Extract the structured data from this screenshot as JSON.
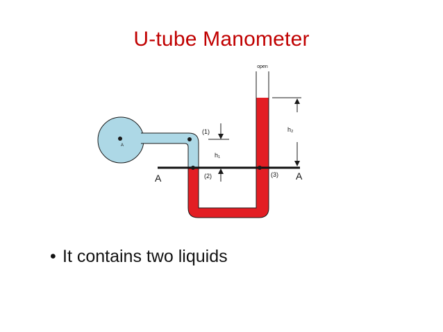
{
  "slide": {
    "title": "U-tube Manometer",
    "bullets": [
      {
        "marker": "•",
        "text": "It contains two liquids"
      }
    ]
  },
  "diagram": {
    "labels": {
      "open": "open",
      "vessel_point": "A",
      "point1": "(1)",
      "point2": "(2)",
      "point3": "(3)",
      "h1": "h₁",
      "h2": "h₂",
      "datum_left": "A",
      "datum_right": "A"
    },
    "colors": {
      "vessel_fluid": "#add8e6",
      "manometer_fluid": "#e31e24",
      "outline": "#1a1a1a",
      "title": "#c00000"
    }
  }
}
